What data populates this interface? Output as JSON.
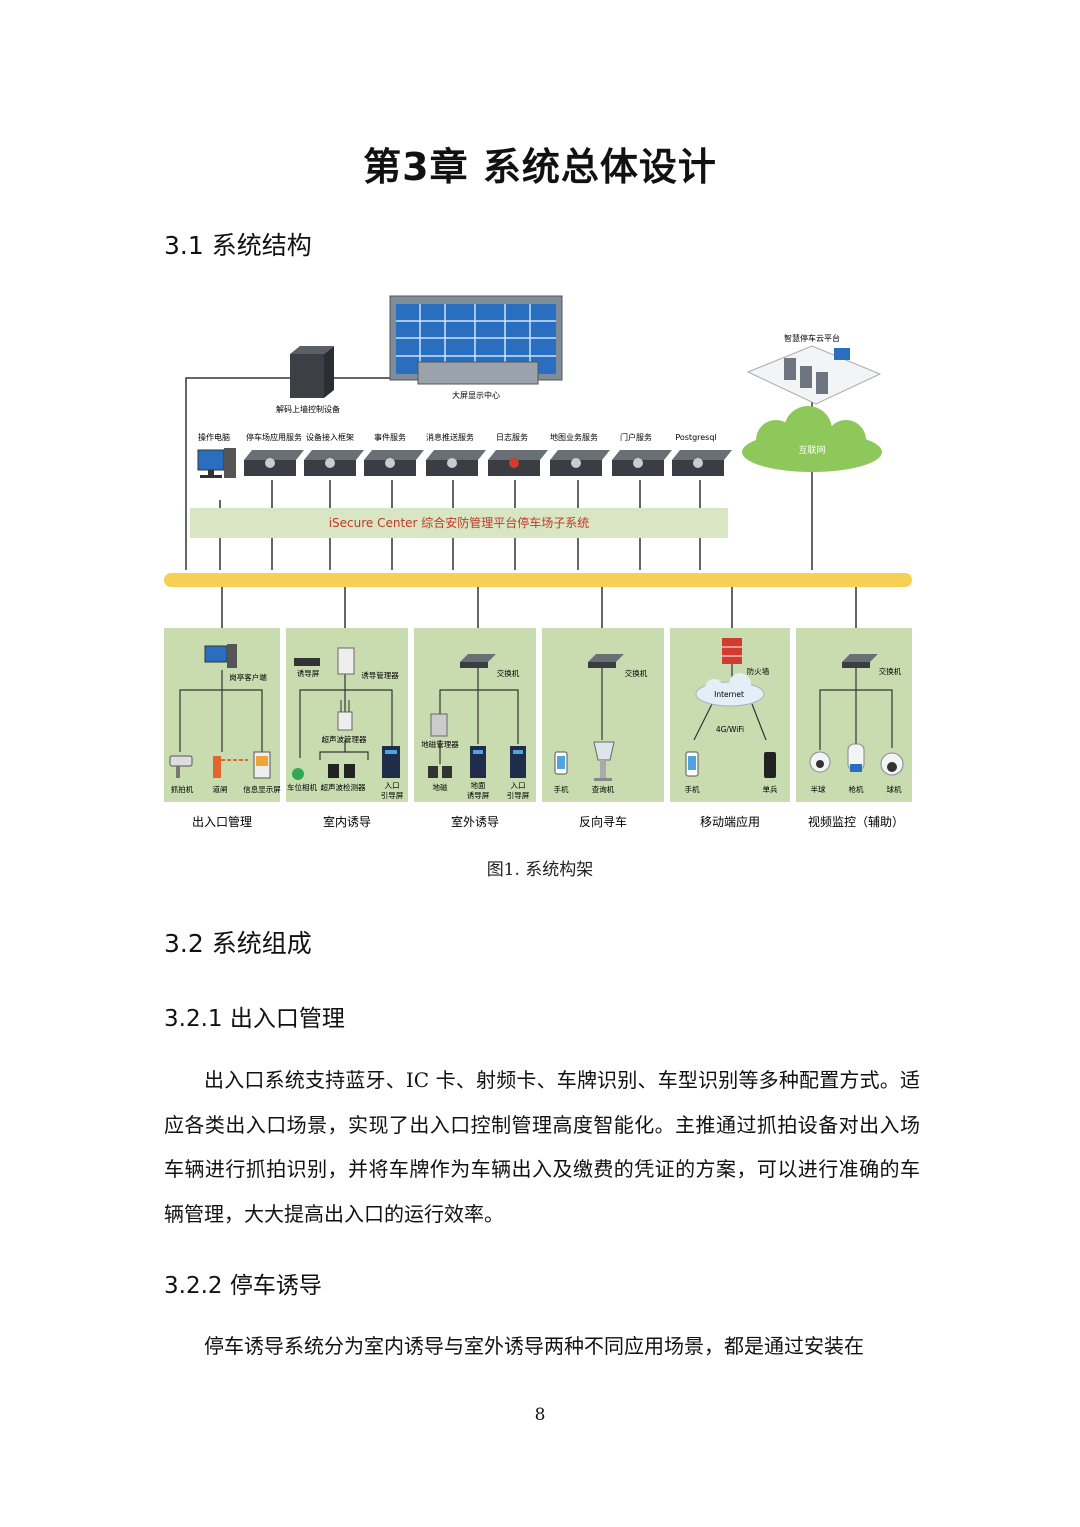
{
  "chapter_title": "第3章 系统总体设计",
  "sections": {
    "s31": "3.1 系统结构",
    "s32": "3.2 系统组成",
    "s321": "3.2.1 出入口管理",
    "s322": "3.2.2 停车诱导"
  },
  "diagram": {
    "top": {
      "big_screen": "大屏显示中心",
      "decoder": "解码上墙控制设备",
      "cloud_platform": "智慧停车云平台",
      "internet_cloud": "互联网"
    },
    "servers": [
      "操作电脑",
      "停车场应用服务",
      "设备接入框架",
      "事件服务",
      "消息推送服务",
      "日志服务",
      "地图业务服务",
      "门户服务",
      "Postgresql"
    ],
    "platform_band": "iSecure Center 综合安防管理平台停车场子系统",
    "panels": [
      {
        "title": "出入口管理",
        "labels": [
          "岗亭客户端",
          "抓拍机",
          "道闸",
          "信息显示屏"
        ]
      },
      {
        "title": "室内诱导",
        "labels": [
          "诱导屏",
          "诱导管理器",
          "超声波管理器",
          "车位相机",
          "超声波检测器",
          "入口",
          "引导屏"
        ]
      },
      {
        "title": "室外诱导",
        "labels": [
          "交换机",
          "地磁管理器",
          "地磁",
          "地面",
          "诱导屏",
          "入口",
          "引导屏"
        ]
      },
      {
        "title": "反向寻车",
        "labels": [
          "交换机",
          "手机",
          "查询机"
        ]
      },
      {
        "title": "移动端应用",
        "labels": [
          "防火墙",
          "Internet",
          "4G/WiFi",
          "手机",
          "单兵"
        ]
      },
      {
        "title": "视频监控（辅助）",
        "labels": [
          "交换机",
          "半球",
          "枪机",
          "球机"
        ]
      }
    ]
  },
  "figure_caption": "图1. 系统构架",
  "paragraphs": {
    "p1": "出入口系统支持蓝牙、IC 卡、射频卡、车牌识别、车型识别等多种配置方式。适应各类出入口场景，实现了出入口控制管理高度智能化。主推通过抓拍设备对出入场车辆进行抓拍识别，并将车牌作为车辆出入及缴费的凭证的方案，可以进行准确的车辆管理，大大提高出入口的运行效率。",
    "p2": "停车诱导系统分为室内诱导与室外诱导两种不同应用场景，都是通过安装在"
  },
  "page_number": "8",
  "colors": {
    "panel_bg": "#c9dcb0",
    "band_bg": "#d8e6c4",
    "bus": "#f6cf55",
    "band_text": "#c0392b",
    "cloud": "#8fc85a",
    "firewall": "#d23b2f"
  }
}
